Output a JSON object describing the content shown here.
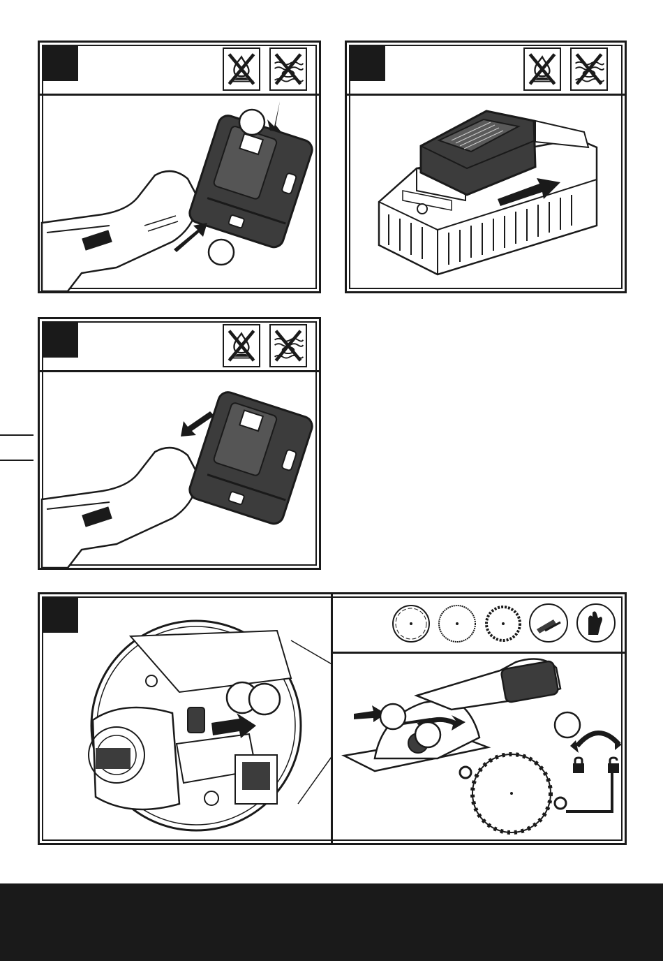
{
  "page": {
    "footer_color": "#1a1a1a",
    "line_color": "#1a1a1a"
  },
  "figures": [
    {
      "id": "fig-battery-remove",
      "number": "",
      "warning_icons": [
        "no-fire-icon",
        "no-water-icon"
      ],
      "callouts": [
        "",
        ""
      ]
    },
    {
      "id": "fig-battery-charge",
      "number": "",
      "warning_icons": [
        "no-fire-icon",
        "no-water-icon"
      ]
    },
    {
      "id": "fig-battery-insert",
      "number": "",
      "warning_icons": [
        "no-fire-icon",
        "no-water-icon"
      ]
    },
    {
      "id": "fig-blade-change",
      "number": "",
      "blade_icons": [
        "diamond-blade-icon",
        "abrasive-blade-icon",
        "tct-blade-icon"
      ],
      "accessory_icons": [
        "hex-key-icon",
        "gloves-icon"
      ],
      "lock_icons": [
        "lock-icon",
        "unlock-icon"
      ],
      "callouts": [
        "",
        "",
        ""
      ]
    }
  ]
}
